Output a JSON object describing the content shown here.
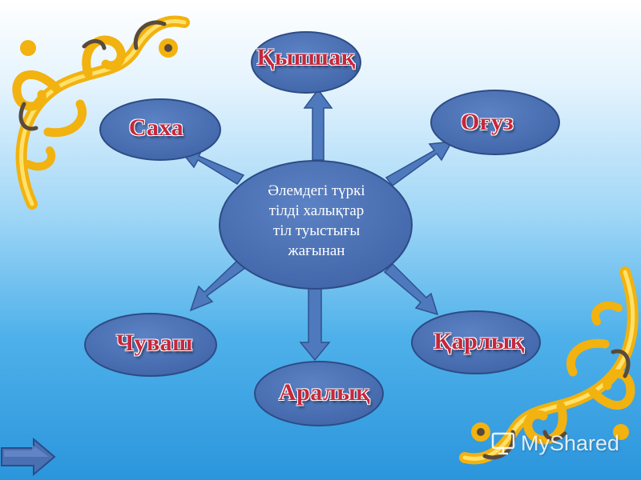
{
  "center": {
    "lines": [
      "Әлемдегі түркі",
      "тілді халықтар",
      "тіл туыстығы",
      "жағынан"
    ]
  },
  "nodes": {
    "kypshak": "Қыпшақ",
    "saha": "Саха",
    "oguz": "Оғуз",
    "chuvash": "Чуваш",
    "karlyk": "Қарлық",
    "aralyk": "Аралық"
  },
  "watermark": {
    "text": "MyShared"
  },
  "colors": {
    "node_fill": "#4a6fb3",
    "node_stroke": "#2c4c86",
    "node_text": "#c5283c",
    "arrow_fill": "#4f79bd",
    "ornament_gold": "#f2b20f",
    "ornament_dark": "#5a4a3a"
  },
  "icons": {
    "navigation": "right-arrow-icon",
    "watermark_logo": "presentation-icon"
  }
}
